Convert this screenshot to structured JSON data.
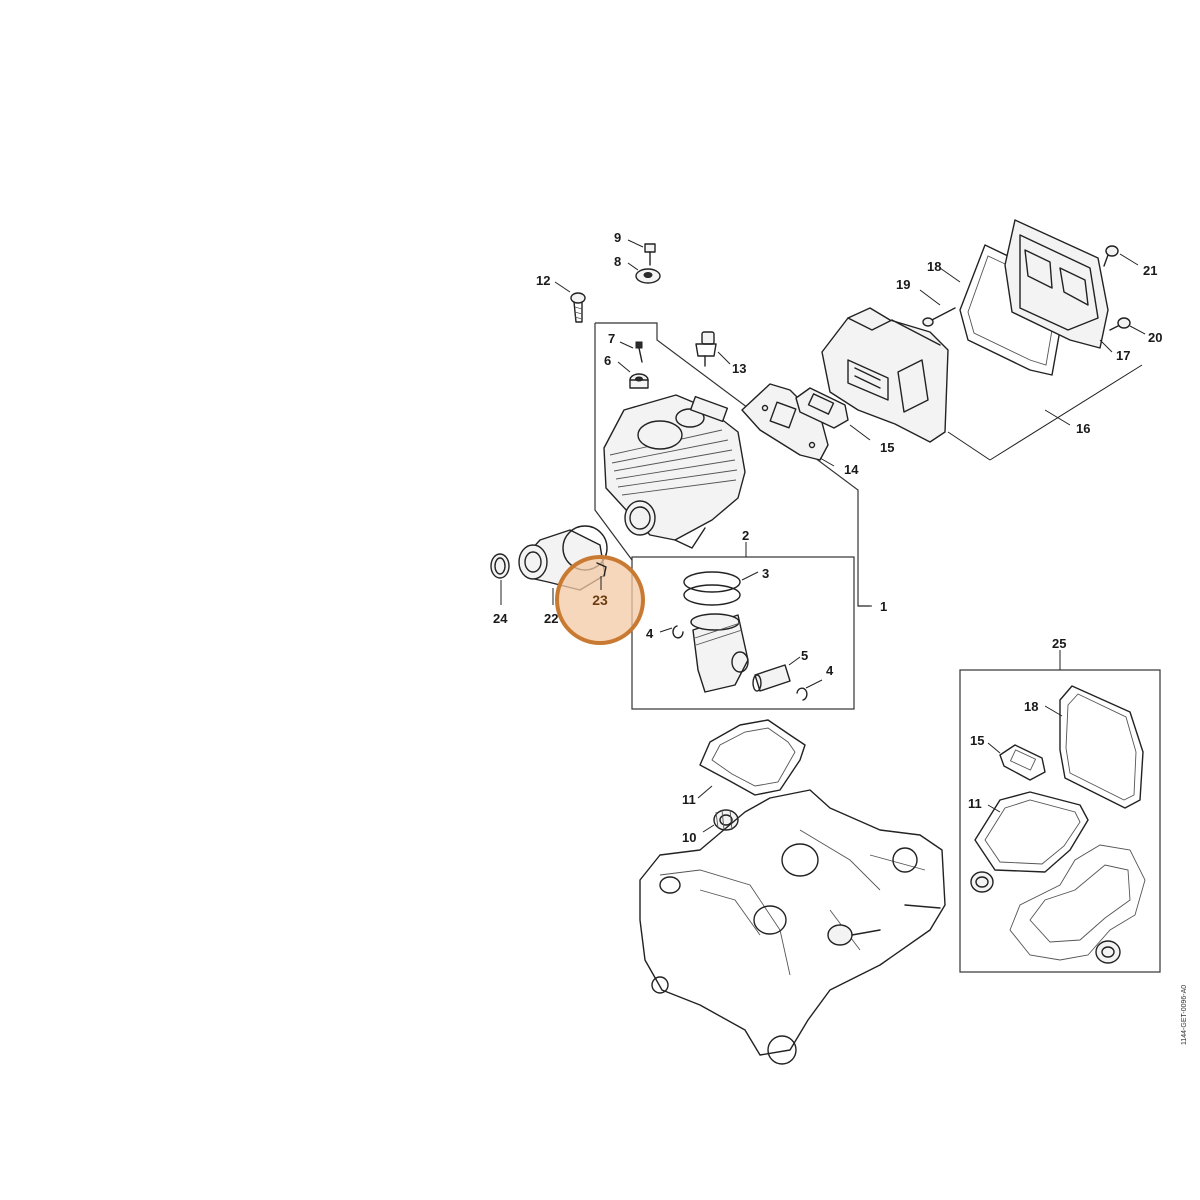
{
  "diagram": {
    "callouts": [
      {
        "id": "c1",
        "label": "1"
      },
      {
        "id": "c2",
        "label": "2"
      },
      {
        "id": "c3",
        "label": "3"
      },
      {
        "id": "c4a",
        "label": "4"
      },
      {
        "id": "c4b",
        "label": "4"
      },
      {
        "id": "c5",
        "label": "5"
      },
      {
        "id": "c6",
        "label": "6"
      },
      {
        "id": "c7",
        "label": "7"
      },
      {
        "id": "c8",
        "label": "8"
      },
      {
        "id": "c9",
        "label": "9"
      },
      {
        "id": "c10",
        "label": "10"
      },
      {
        "id": "c11a",
        "label": "11"
      },
      {
        "id": "c11b",
        "label": "11"
      },
      {
        "id": "c12",
        "label": "12"
      },
      {
        "id": "c13",
        "label": "13"
      },
      {
        "id": "c14",
        "label": "14"
      },
      {
        "id": "c15a",
        "label": "15"
      },
      {
        "id": "c15b",
        "label": "15"
      },
      {
        "id": "c16",
        "label": "16"
      },
      {
        "id": "c17",
        "label": "17"
      },
      {
        "id": "c18a",
        "label": "18"
      },
      {
        "id": "c18b",
        "label": "18"
      },
      {
        "id": "c19",
        "label": "19"
      },
      {
        "id": "c20",
        "label": "20"
      },
      {
        "id": "c21",
        "label": "21"
      },
      {
        "id": "c22",
        "label": "22"
      },
      {
        "id": "c24",
        "label": "24"
      },
      {
        "id": "c25",
        "label": "25"
      }
    ],
    "highlight": {
      "label": "23",
      "fill_color": "#f4c9a4",
      "stroke_color": "#c97a32"
    },
    "reference_code": "1144-GET-0096-A0"
  }
}
